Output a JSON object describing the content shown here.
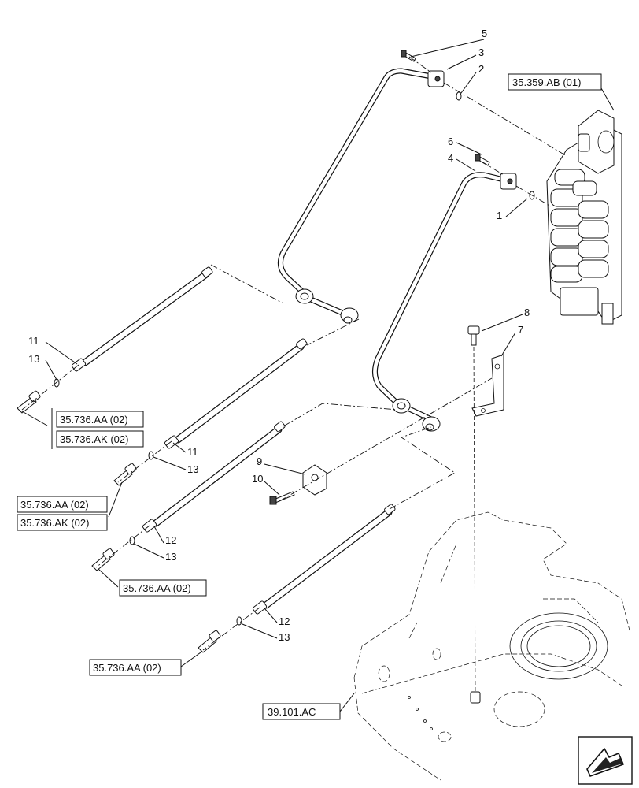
{
  "callouts": {
    "c1": "1",
    "c2": "2",
    "c3": "3",
    "c4": "4",
    "c5": "5",
    "c6": "6",
    "c7": "7",
    "c8": "8",
    "c9": "9",
    "c10": "10",
    "c11a": "11",
    "c11b": "11",
    "c12a": "12",
    "c12b": "12",
    "c13a": "13",
    "c13b": "13",
    "c13c": "13",
    "c13d": "13"
  },
  "references": {
    "valve_block": "35.359.AB (01)",
    "ref_aa_1": "35.736.AA (02)",
    "ref_ak_1": "35.736.AK (02)",
    "ref_aa_2": "35.736.AA (02)",
    "ref_ak_2": "35.736.AK (02)",
    "ref_aa_3": "35.736.AA (02)",
    "ref_aa_4": "35.736.AA (02)",
    "frame": "39.101.AC"
  },
  "icons": {
    "navigation": "arrow-icon"
  }
}
